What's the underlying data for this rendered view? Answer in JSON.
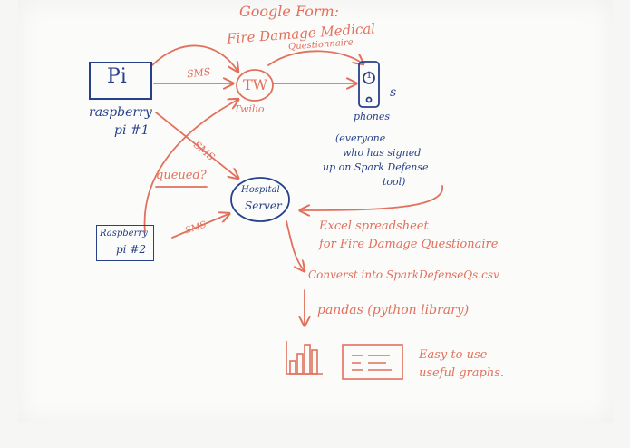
{
  "title": "Google Form:",
  "subtitle_line1": "Fire Damage Medical",
  "subtitle_line2": "Questionnaire",
  "pi1": {
    "box_label": "Pi",
    "caption_line1": "raspberry",
    "caption_line2": "pi #1"
  },
  "pi2": {
    "line1": "Raspberry",
    "line2": "pi #2"
  },
  "twilio": {
    "circle_label": "TW",
    "caption": "Twilio"
  },
  "phones": {
    "icon_number": "1",
    "suffix": "s",
    "caption": "phones",
    "note_line1": "(everyone",
    "note_line2": "who has signed",
    "note_line3": "up on Spark Defense",
    "note_line4": "tool)"
  },
  "server": {
    "line1": "Hospital",
    "line2": "Server"
  },
  "arrow_labels": {
    "sms_top": "SMS",
    "sms_mid": "SMS",
    "sms_pi2": "SMS",
    "queued": "queued?"
  },
  "excel_line1": "Excel spreadsheet",
  "excel_line2": "for Fire Damage Questionaire",
  "convert": "Converst into SparkDefenseQs.csv",
  "pandas": "pandas (python library)",
  "easy_line1": "Easy to use",
  "easy_line2": "useful graphs."
}
